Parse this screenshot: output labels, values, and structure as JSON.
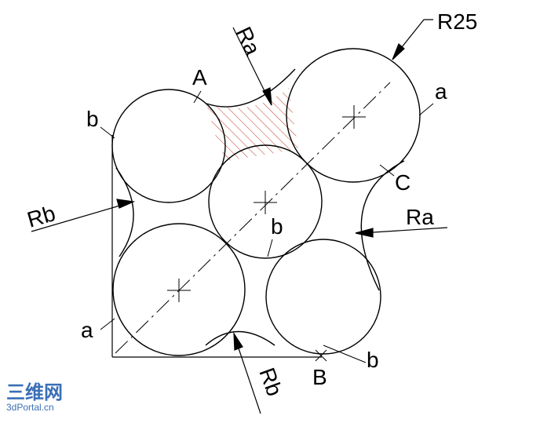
{
  "diagram": {
    "labels": {
      "r25": "R25",
      "ra_top": "Ra",
      "ra_right": "Ra",
      "rb_left": "Rb",
      "rb_bottom": "Rb",
      "a_top_right": "a",
      "a_left": "a",
      "b_top_left": "b",
      "b_center": "b",
      "b_bottom_right": "b",
      "A": "A",
      "B": "B",
      "C": "C"
    },
    "colors": {
      "line": "#000000",
      "hatch": "#c0392b",
      "watermark": "#3b6fb6"
    }
  },
  "watermark": {
    "logo_text": "三维网",
    "site": "3dPortal.cn"
  }
}
